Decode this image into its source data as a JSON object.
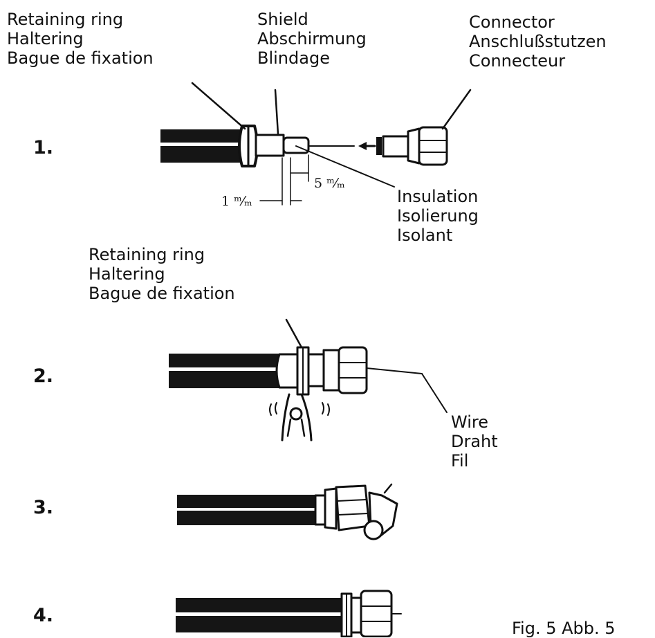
{
  "labels": {
    "retaining_ring_top": [
      "Retaining ring",
      "Haltering",
      "Bague de fixation"
    ],
    "shield": [
      "Shield",
      "Abschirmung",
      "Blindage"
    ],
    "connector": [
      "Connector",
      "Anschlußstutzen",
      "Connecteur"
    ],
    "insulation": [
      "Insulation",
      "Isolierung",
      "Isolant"
    ],
    "retaining_ring_mid": [
      "Retaining ring",
      "Haltering",
      "Bague de fixation"
    ],
    "wire": [
      "Wire",
      "Draht",
      "Fil"
    ]
  },
  "steps": [
    "1.",
    "2.",
    "3.",
    "4."
  ],
  "dimensions": {
    "d1": "1 ᵐ⁄ₘ",
    "d5": "5 ᵐ⁄ₘ"
  },
  "caption": "Fig. 5  Abb. 5"
}
